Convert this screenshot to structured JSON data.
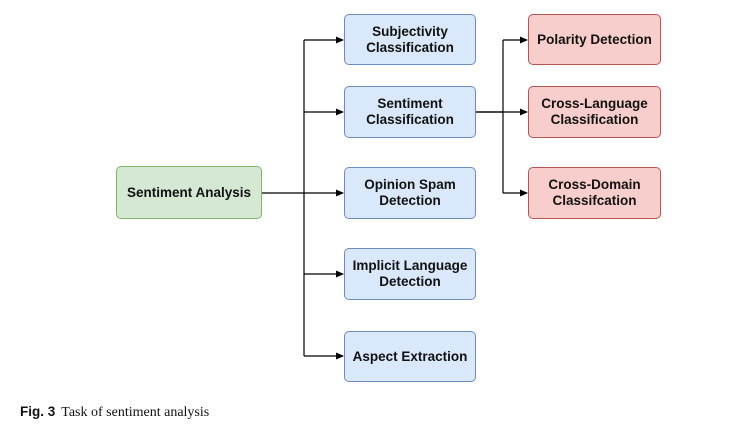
{
  "root": {
    "label": "Sentiment Analysis"
  },
  "tasks": [
    {
      "label": "Subjectivity\nClassification"
    },
    {
      "label": "Sentiment\nClassification"
    },
    {
      "label": "Opinion Spam\nDetection"
    },
    {
      "label": "Implicit Language\nDetection"
    },
    {
      "label": "Aspect Extraction"
    }
  ],
  "subtasks": [
    {
      "label": "Polarity Detection"
    },
    {
      "label": "Cross-Language\nClassification"
    },
    {
      "label": "Cross-Domain\nClassifcation"
    }
  ],
  "caption": {
    "fig": "Fig. 3",
    "title": "Task of sentiment analysis"
  },
  "colors": {
    "root_fill": "#d5e8d4",
    "root_border": "#82b366",
    "task_fill": "#dae8fc",
    "task_border": "#6c8ebf",
    "subtask_fill": "#f8cecc",
    "subtask_border": "#b85450",
    "edge": "#000000"
  }
}
